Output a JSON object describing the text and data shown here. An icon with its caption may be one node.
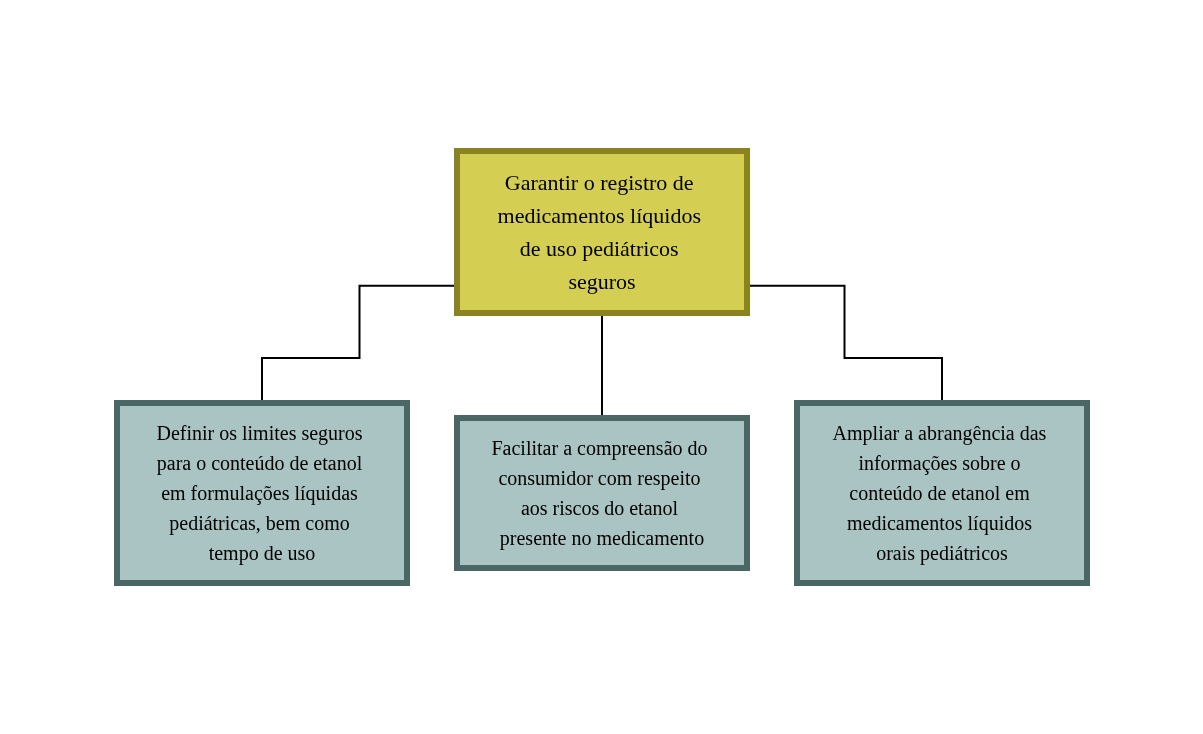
{
  "diagram": {
    "nodes": [
      {
        "text": [
          "Garantir o registro de medicamentos líquidos de uso pediátricos seguros"
        ]
      },
      {
        "text": [
          "Definir os limites seguros para o conteúdo de etanol em formulações líquidas pediátricas, bem como tempo de uso"
        ]
      },
      {
        "text": [
          "Facilitar a compreensão do consumidor com respeito aos riscos do etanol presente no medicamento"
        ]
      },
      {
        "text": [
          "Ampliar a abrangência das informações sobre o conteúdo de etanol em medicamentos líquidos orais pediátricos"
        ]
      }
    ],
    "edges": [
      {
        "from": 0,
        "to": 1,
        "arrow": "none"
      },
      {
        "from": 0,
        "to": 2,
        "arrow": "none"
      },
      {
        "from": 0,
        "to": 3,
        "arrow": "none"
      }
    ]
  }
}
